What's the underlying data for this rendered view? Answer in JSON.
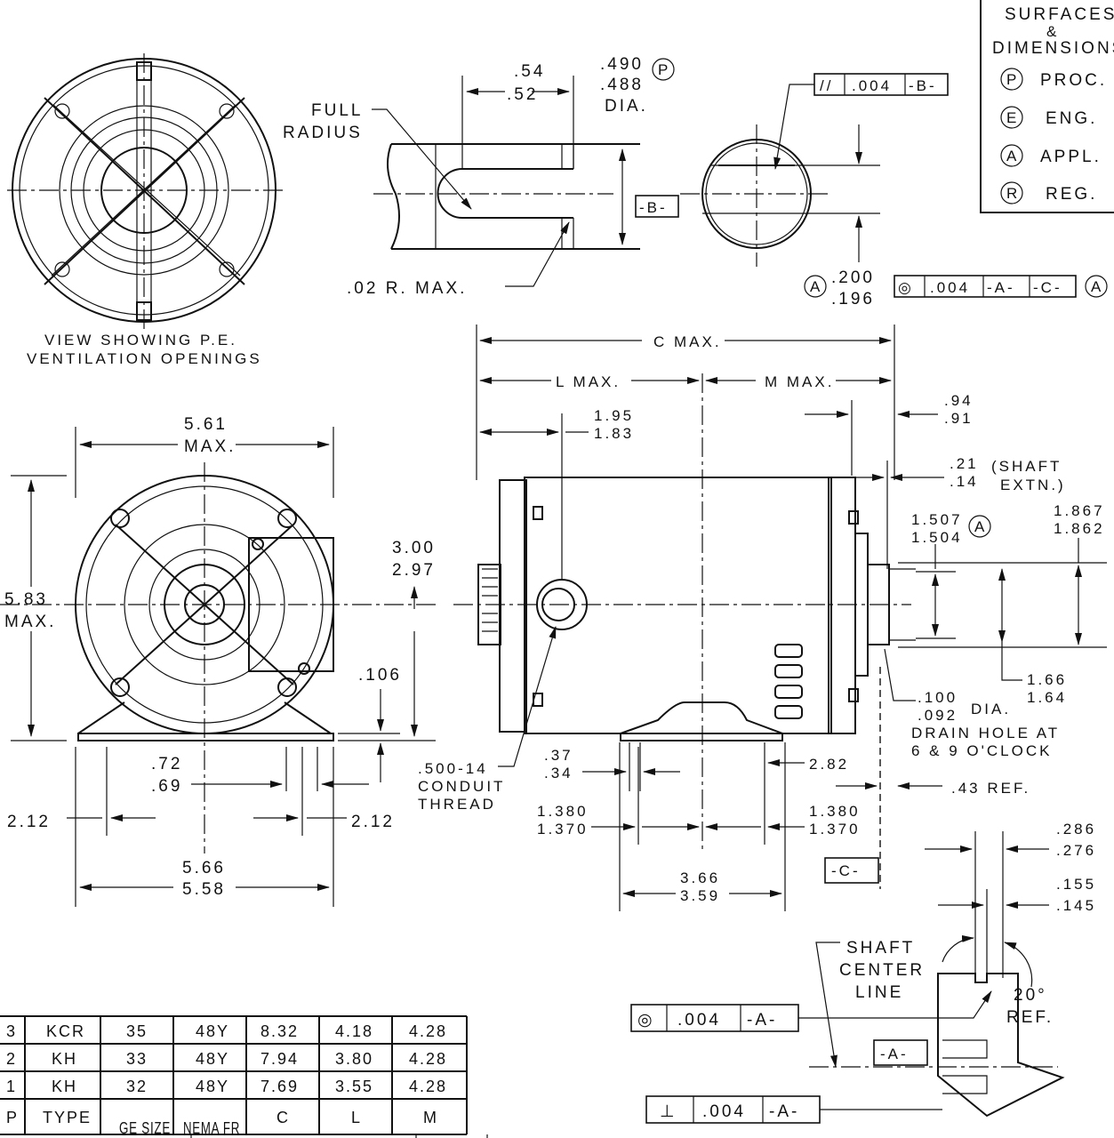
{
  "legend": {
    "title_line1": "SURFACES",
    "title_amp": "&",
    "title_line2": "DIMENSIONS",
    "items": [
      {
        "symbol": "P",
        "label": "PROC."
      },
      {
        "symbol": "E",
        "label": "ENG."
      },
      {
        "symbol": "A",
        "label": "APPL."
      },
      {
        "symbol": "R",
        "label": "REG."
      }
    ]
  },
  "captions": {
    "pe_view": [
      "VIEW SHOWING P.E.",
      "VENTILATION OPENINGS"
    ],
    "full_radius": [
      "FULL",
      "RADIUS"
    ],
    "shaft_center_line": [
      "SHAFT",
      "CENTER",
      "LINE"
    ],
    "conduit": [
      ".500-14",
      "CONDUIT",
      "THREAD"
    ],
    "drain": [
      ".100",
      ".092",
      "DIA.",
      "DRAIN HOLE AT",
      "6 & 9 O'CLOCK"
    ],
    "shaft_extn": [
      "(SHAFT",
      "EXTN.)"
    ],
    "angle": [
      "20°",
      "REF."
    ]
  },
  "dims": {
    "keyway_len": [
      ".54",
      ".52"
    ],
    "shaft_dia": [
      ".490",
      ".488",
      "DIA."
    ],
    "corner_radius": ".02 R. MAX.",
    "flat_depth": [
      ".200",
      ".196"
    ],
    "c_max": "C MAX.",
    "l_max": "L MAX.",
    "m_max": "M MAX.",
    "conduit_pos": [
      "1.95",
      "1.83"
    ],
    "flange_pos": [
      ".94",
      ".91"
    ],
    "shaft_ext": [
      ".21",
      ".14"
    ],
    "pilot_dia": [
      "1.507",
      "1.504"
    ],
    "boss_dia": [
      "1.867",
      "1.862"
    ],
    "width_max": [
      "5.61",
      "MAX."
    ],
    "height_max": [
      "5.83",
      "MAX."
    ],
    "shaft_height": [
      "3.00",
      "2.97"
    ],
    "foot_thk": ".106",
    "hub_dia": [
      "1.66",
      "1.64"
    ],
    "slot_w": [
      ".72",
      ".69"
    ],
    "slot_len": [
      ".37",
      ".34"
    ],
    "foot_to_end": "2.82",
    "ref_43": ".43 REF.",
    "half_span_left": "2.12",
    "half_span_right": "2.12",
    "hole_left": [
      "1.380",
      "1.370"
    ],
    "hole_right": [
      "1.380",
      "1.370"
    ],
    "base_width": [
      "5.66",
      "5.58"
    ],
    "base_length": [
      "3.66",
      "3.59"
    ],
    "key_w": [
      ".286",
      ".276"
    ],
    "key_t": [
      ".155",
      ".145"
    ]
  },
  "datums": {
    "b": "-B-",
    "c": "-C-",
    "a": "-A-"
  },
  "fcf": {
    "parallelism": {
      "symbol": "//",
      "tol": ".004",
      "datum": "-B-"
    },
    "concentric_top": {
      "symbol": "◎",
      "tol": ".004",
      "datum1": "-A-",
      "datum2": "-C-"
    },
    "concentric_bottom": {
      "symbol": "◎",
      "tol": ".004",
      "datum": "-A-"
    },
    "perpendicular": {
      "symbol": "⊥",
      "tol": ".004",
      "datum": "-A-"
    }
  },
  "table": {
    "headers": [
      "P",
      "TYPE",
      "GE SIZE",
      "NEMA FR",
      "C",
      "L",
      "M"
    ],
    "rows": [
      [
        "3",
        "KCR",
        "35",
        "48Y",
        "8.32",
        "4.18",
        "4.28"
      ],
      [
        "2",
        "KH",
        "33",
        "48Y",
        "7.94",
        "3.80",
        "4.28"
      ],
      [
        "1",
        "KH",
        "32",
        "48Y",
        "7.69",
        "3.55",
        "4.28"
      ]
    ]
  }
}
